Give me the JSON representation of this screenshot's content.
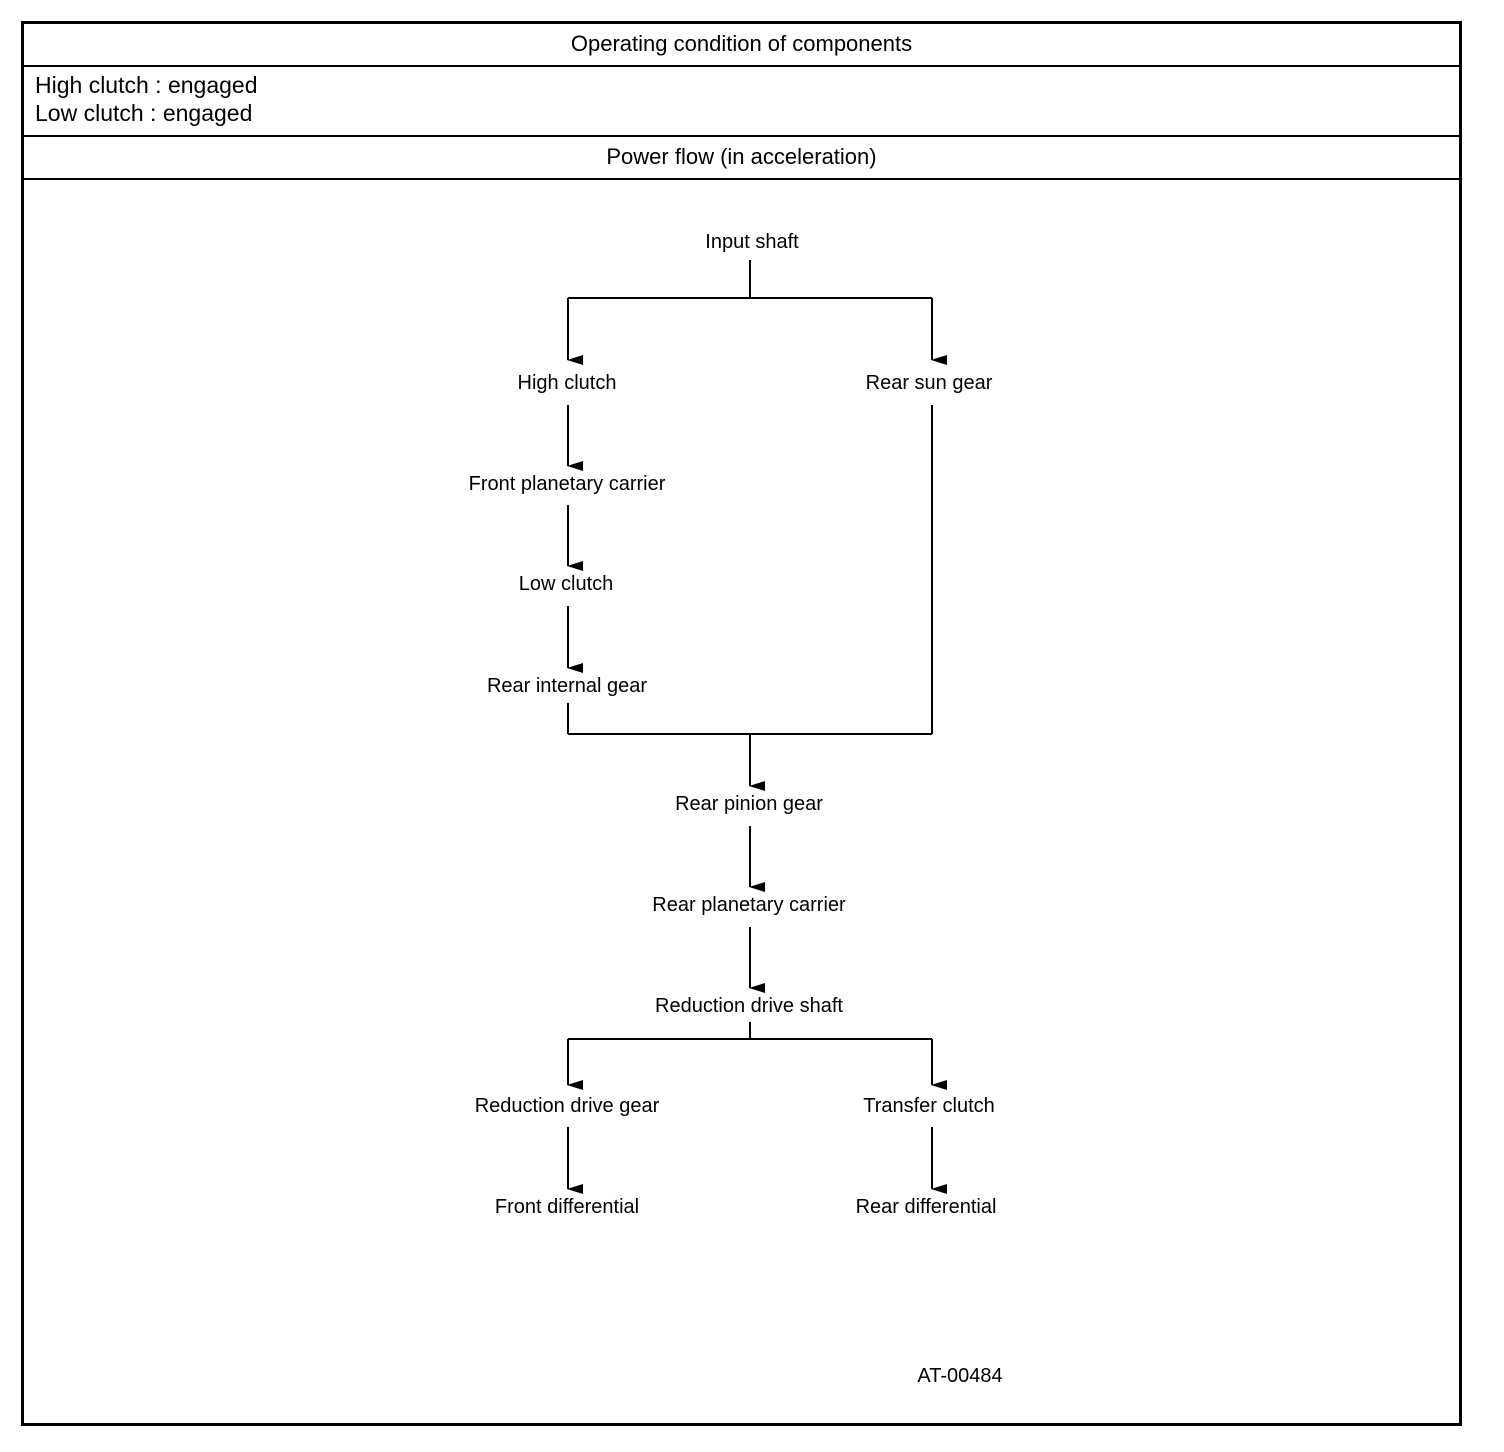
{
  "table": {
    "header_conditions": "Operating condition of components",
    "conditions": [
      "High clutch : engaged",
      "Low clutch : engaged"
    ],
    "header_power_flow": "Power flow (in acceleration)"
  },
  "flow": {
    "input_shaft": "Input shaft",
    "high_clutch": "High clutch",
    "rear_sun_gear": "Rear sun gear",
    "front_planetary_carrier": "Front planetary carrier",
    "low_clutch": "Low clutch",
    "rear_internal_gear": "Rear internal gear",
    "rear_pinion_gear": "Rear pinion gear",
    "rear_planetary_carrier": "Rear planetary carrier",
    "reduction_drive_shaft": "Reduction drive shaft",
    "reduction_drive_gear": "Reduction drive gear",
    "transfer_clutch": "Transfer clutch",
    "front_differential": "Front differential",
    "rear_differential": "Rear differential"
  },
  "figure_id": "AT-00484"
}
